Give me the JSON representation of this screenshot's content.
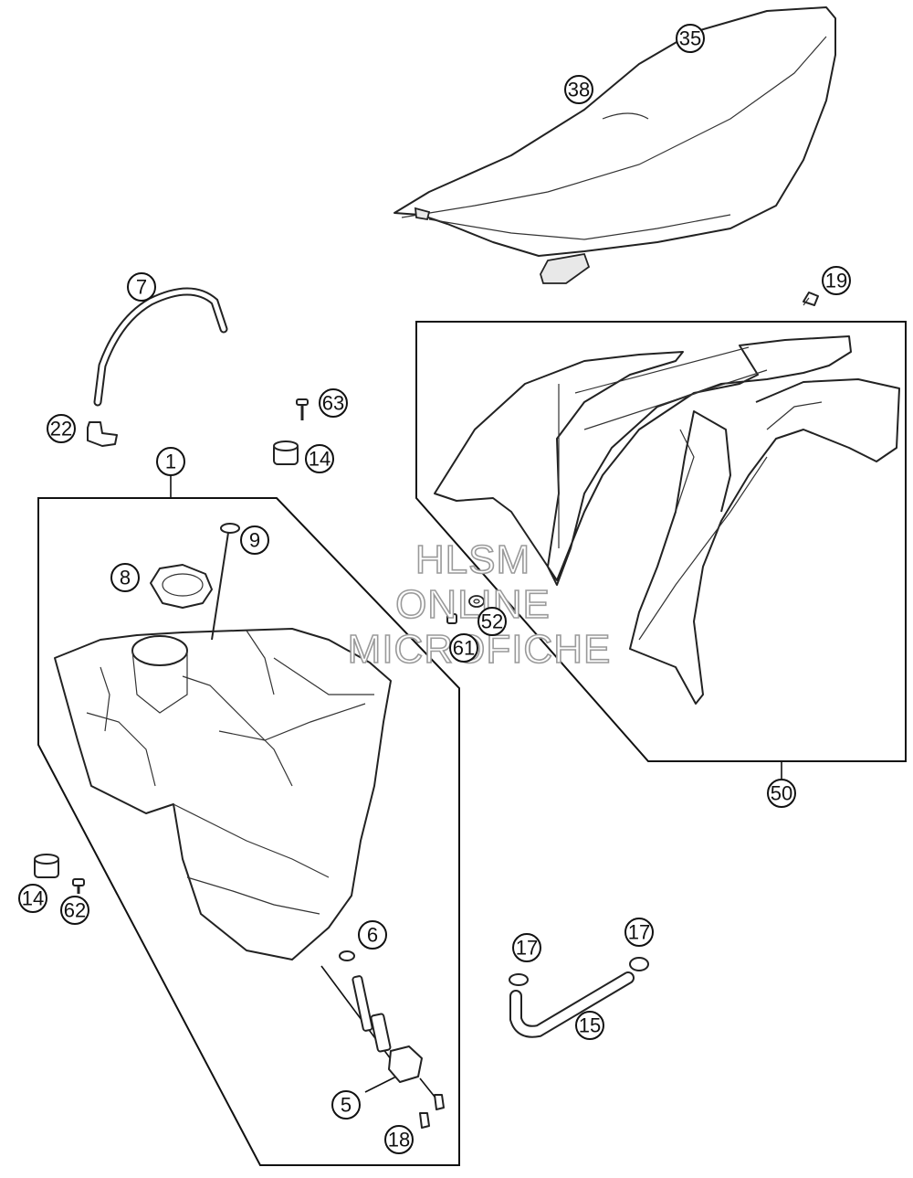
{
  "watermark": {
    "line1": "HLSM",
    "line2": "ONLINE",
    "line3": "MICROFICHE"
  },
  "callouts": {
    "c35": "35",
    "c38": "38",
    "c19": "19",
    "c7": "7",
    "c63": "63",
    "c22": "22",
    "c14a": "14",
    "c1": "1",
    "c9": "9",
    "c8": "8",
    "c52": "52",
    "c61": "61",
    "c50": "50",
    "c14b": "14",
    "c62": "62",
    "c6": "6",
    "c17a": "17",
    "c17b": "17",
    "c15": "15",
    "c5": "5",
    "c18": "18"
  }
}
